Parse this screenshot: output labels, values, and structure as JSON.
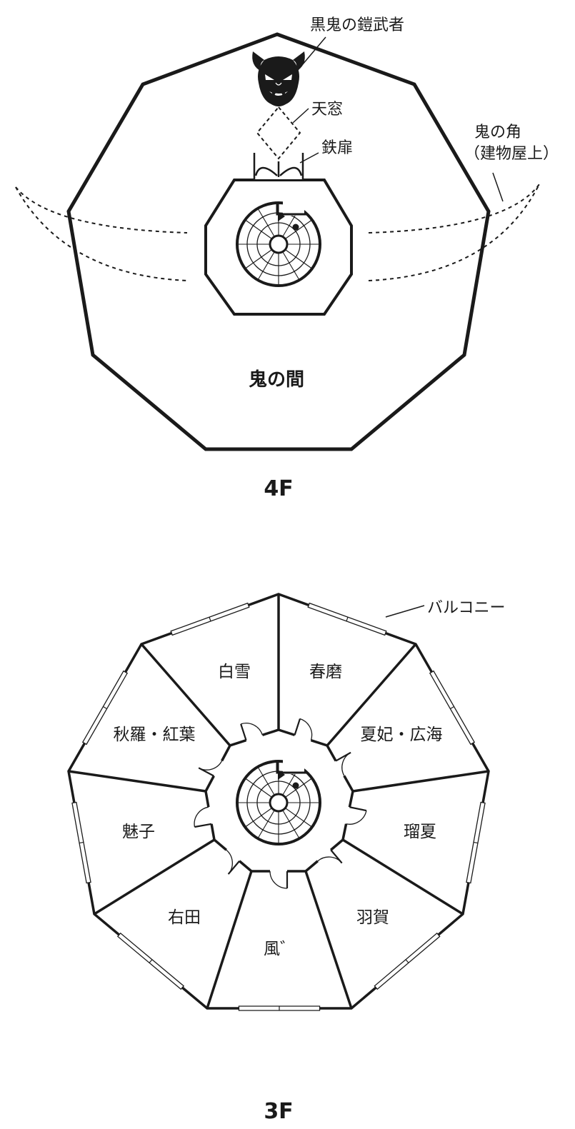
{
  "floor4": {
    "label": "4F",
    "room_label": "鬼の間",
    "callouts": {
      "armor": "黒鬼の鎧武者",
      "skylight": "天窓",
      "iron_door": "鉄扉",
      "horn_line1": "鬼の角",
      "horn_line2": "（建物屋上）"
    }
  },
  "floor3": {
    "label": "3F",
    "balcony": "バルコニー",
    "rooms": [
      "白雪",
      "春磨",
      "夏妃・広海",
      "瑠夏",
      "羽賀",
      "風゛",
      "右田",
      "魅子",
      "秋羅・紅葉"
    ]
  },
  "colors": {
    "line": "#1a1a1a",
    "background": "#ffffff"
  }
}
